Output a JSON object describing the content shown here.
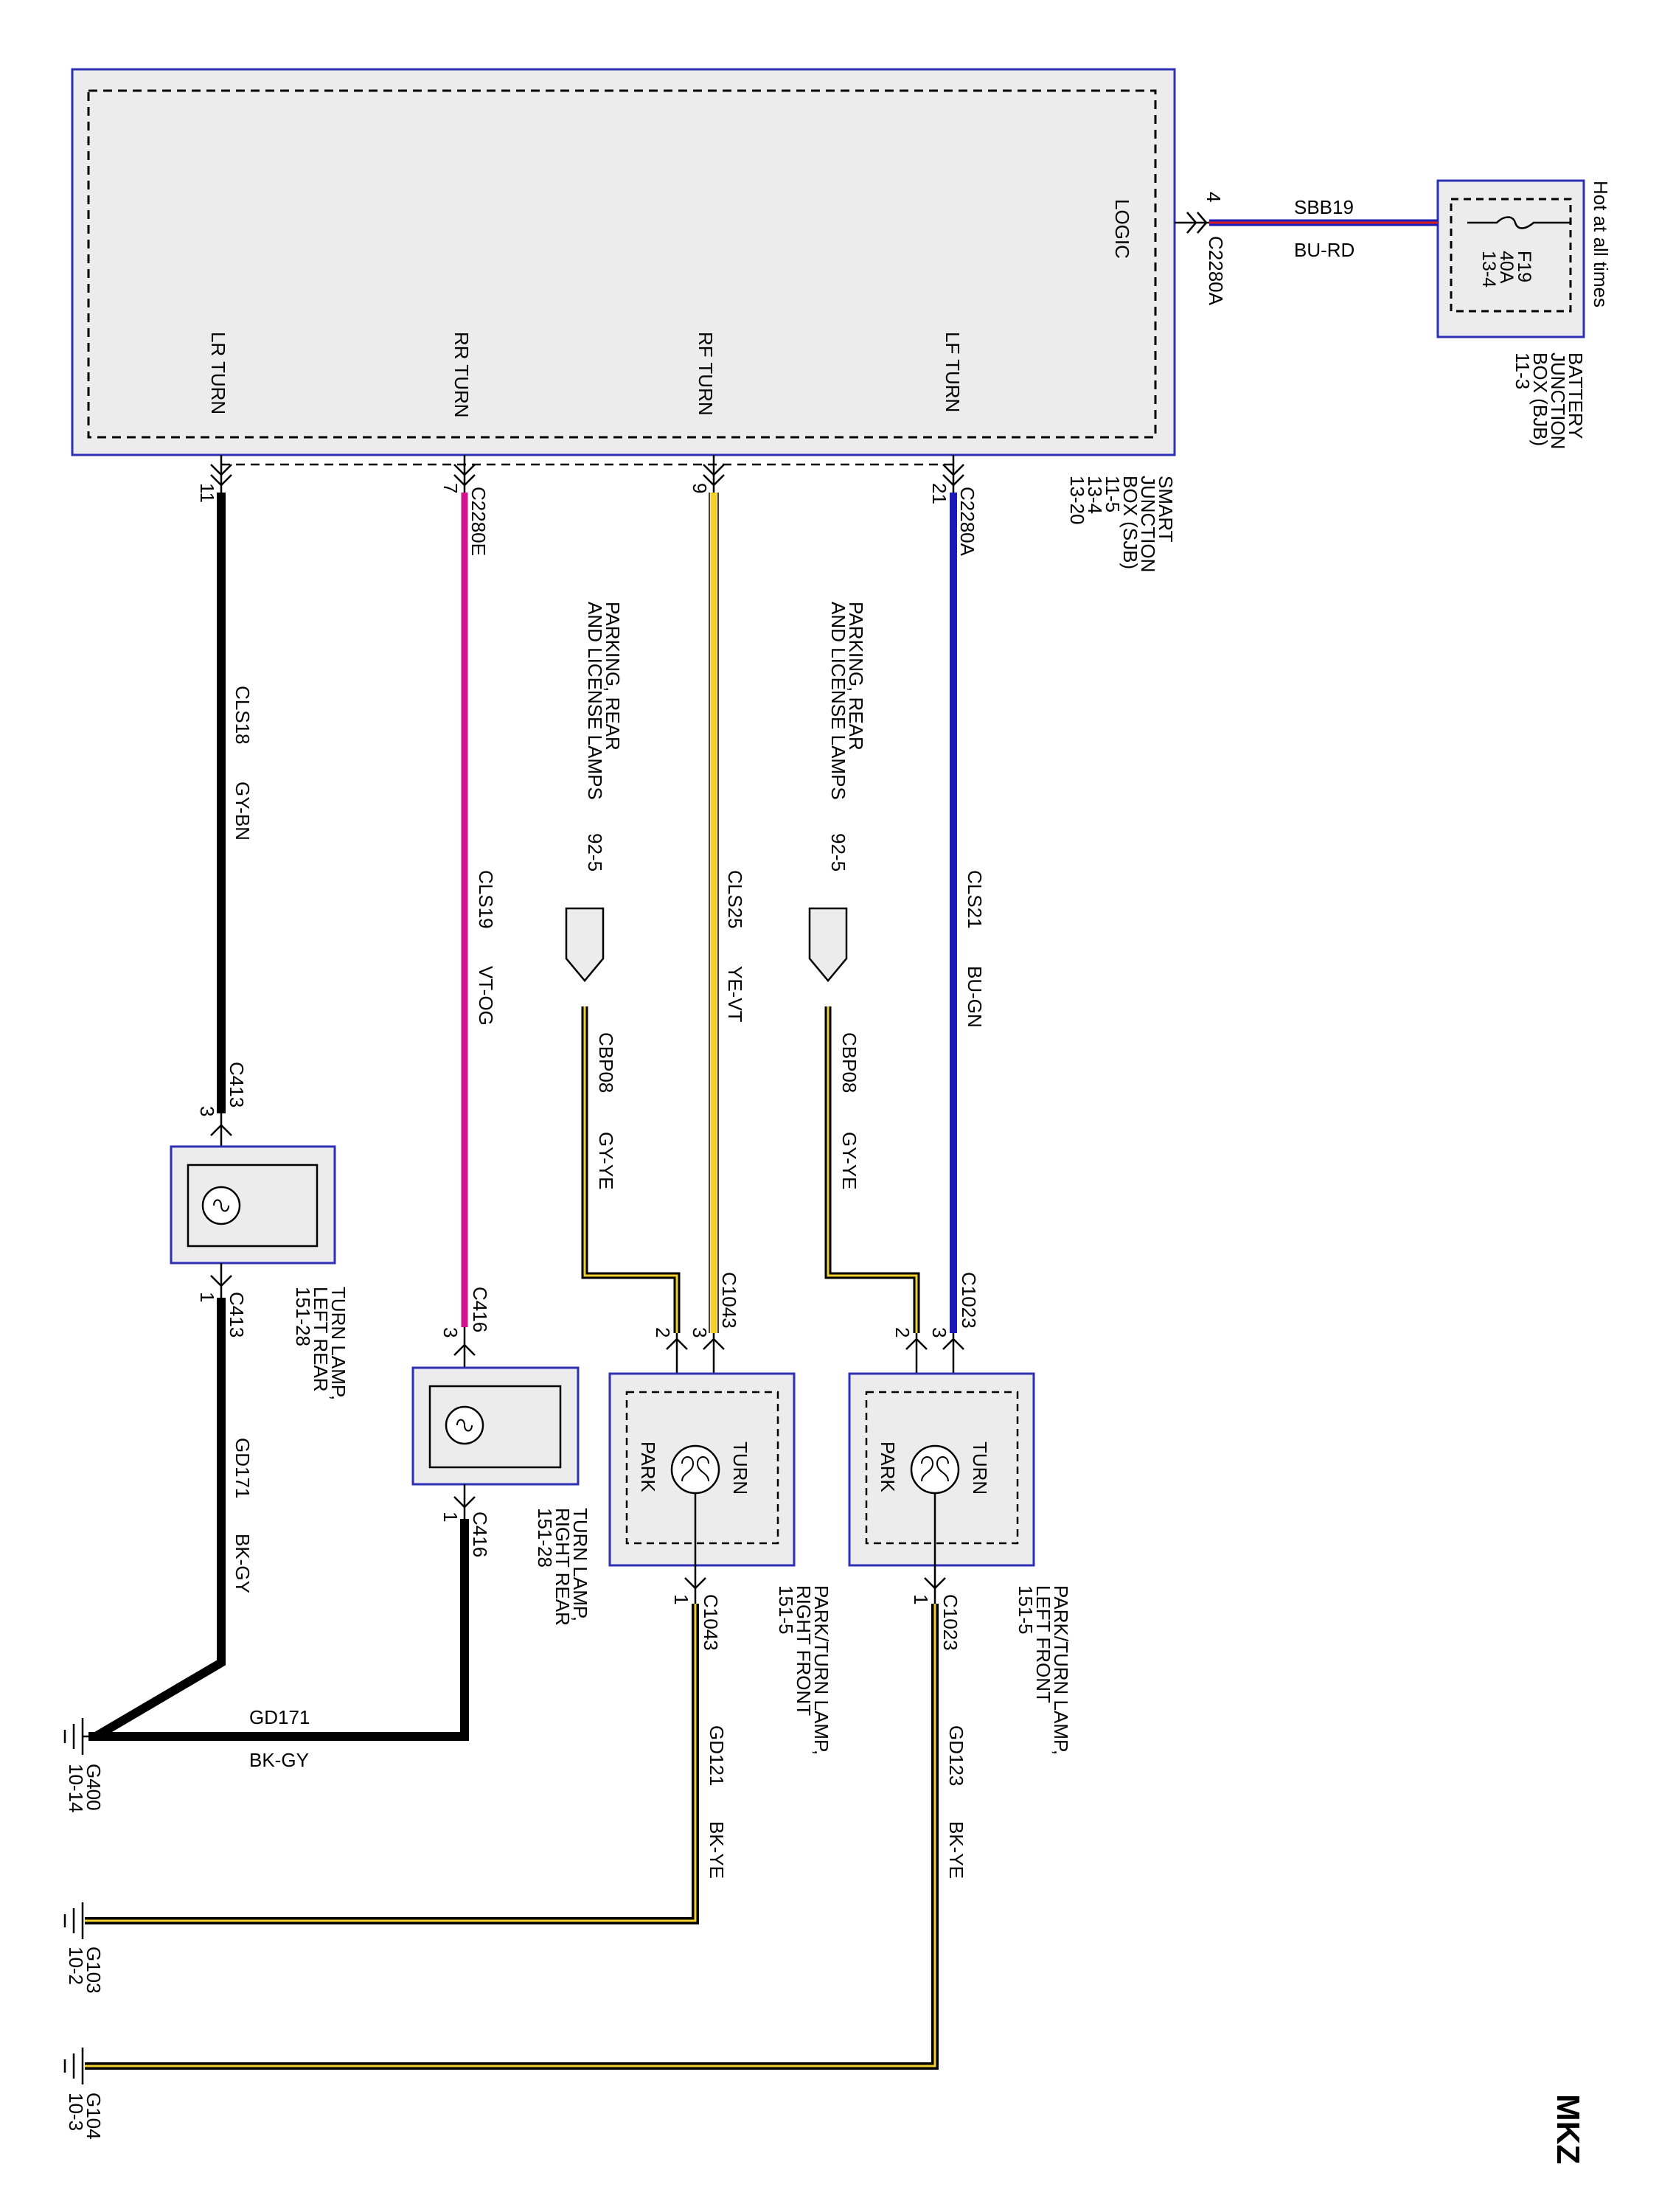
{
  "title": "MKZ",
  "sjb": {
    "name_lines": [
      "SMART",
      "JUNCTION",
      "BOX (SJB)"
    ],
    "refs": [
      "11-5",
      "13-4",
      "13-20"
    ],
    "logic_label": "LOGIC",
    "outputs": {
      "lr": "LR TURN",
      "rr": "RR TURN",
      "rf": "RF TURN",
      "lf": "LF TURN"
    }
  },
  "bjb": {
    "name_lines": [
      "BATTERY",
      "JUNCTION",
      "BOX (BJB)"
    ],
    "ref": "11-3",
    "hot": "Hot at all times",
    "fuse_name": "F19",
    "fuse_rating": "40A",
    "fuse_ref": "13-4"
  },
  "supply": {
    "pin": "4",
    "connector": "C2280A",
    "circuit": "SBB19",
    "color": "BU-RD"
  },
  "outputs": {
    "lr": {
      "pin": "11",
      "circuit": "CLS18",
      "color": "GY-BN"
    },
    "rr": {
      "pin": "7",
      "connector": "C2280E",
      "circuit": "CLS19",
      "color": "VT-OG"
    },
    "rf": {
      "pin": "9",
      "circuit": "CLS25",
      "color": "YE-VT"
    },
    "lf": {
      "pin": "21",
      "connector": "C2280A",
      "circuit": "CLS21",
      "color": "BU-GN"
    }
  },
  "park_feeds": [
    {
      "line1": "PARKING, REAR",
      "line2": "AND LICENSE LAMPS",
      "ref": "92-5",
      "circuit": "CBP08",
      "color": "GY-YE"
    },
    {
      "line1": "PARKING, REAR",
      "line2": "AND LICENSE LAMPS",
      "ref": "92-5",
      "circuit": "CBP08",
      "color": "GY-YE"
    }
  ],
  "lamps": {
    "lr": {
      "line1": "TURN LAMP,",
      "line2": "LEFT REAR",
      "ref": "151-28",
      "connector": "C413",
      "pin_in": "3",
      "pin_out": "1"
    },
    "rr": {
      "line1": "TURN LAMP,",
      "line2": "RIGHT REAR",
      "ref": "151-28",
      "connector": "C416",
      "pin_in": "3",
      "pin_out": "1"
    },
    "rf": {
      "line1": "PARK/TURN LAMP,",
      "line2": "RIGHT FRONT",
      "ref": "151-5",
      "connector": "C1043",
      "pin_turn": "3",
      "pin_park": "2",
      "pin_out": "1",
      "turn_label": "TURN",
      "park_label": "PARK"
    },
    "lf": {
      "line1": "PARK/TURN LAMP,",
      "line2": "LEFT FRONT",
      "ref": "151-5",
      "connector": "C1023",
      "pin_turn": "3",
      "pin_park": "2",
      "pin_out": "1",
      "turn_label": "TURN",
      "park_label": "PARK"
    }
  },
  "grounds": {
    "rear_circuit": "GD171",
    "rear_color": "BK-GY",
    "rear_circuit_lower": "GD171",
    "rear_color_lower": "BK-GY",
    "rf_circuit": "GD121",
    "rf_color": "BK-YE",
    "lf_circuit": "GD123",
    "lf_color": "BK-YE",
    "g400": {
      "name": "G400",
      "ref": "10-14"
    },
    "g103": {
      "name": "G103",
      "ref": "10-2"
    },
    "g104": {
      "name": "G104",
      "ref": "10-3"
    }
  },
  "colors": {
    "box_border": "#2d2fb5",
    "box_fill": "#ececec",
    "wire_black": "#000000",
    "wire_blue": "#1a1ab8",
    "wire_violet": "#d2148c",
    "wire_yellow": "#f2d12e",
    "wire_red": "#d81e1e"
  }
}
